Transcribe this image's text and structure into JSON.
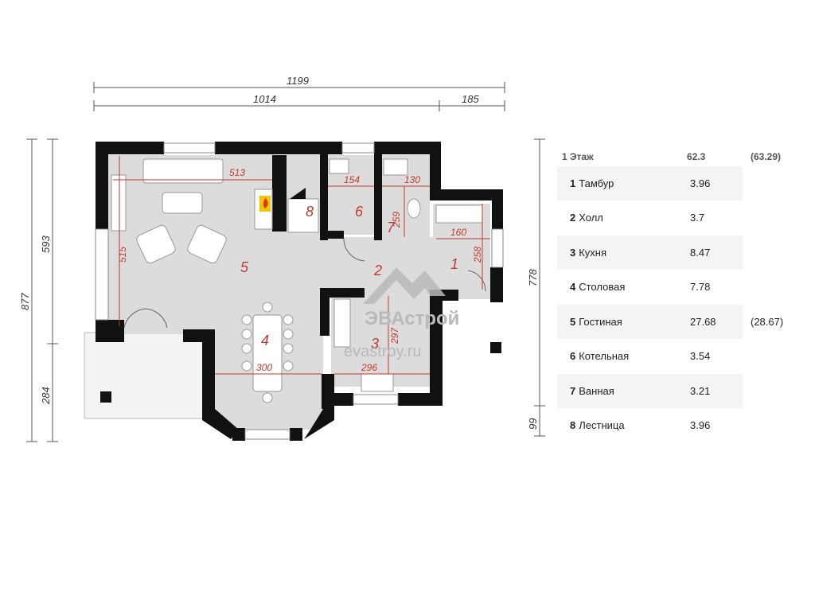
{
  "dimensions": {
    "total_width": "1199",
    "width_main": "1014",
    "width_ext": "185",
    "height_total": "877",
    "height_upper": "593",
    "height_lower": "284",
    "height_right": "778",
    "height_right_low": "99",
    "living_width": "513",
    "living_depth": "515",
    "dining_width": "300",
    "kitchen_width": "296",
    "kitchen_depth": "297",
    "boiler_width": "154",
    "bath_width": "130",
    "bath_depth": "259",
    "vestibule_width": "160",
    "vestibule_depth": "258"
  },
  "room_labels": [
    "1",
    "2",
    "3",
    "4",
    "5",
    "6",
    "7",
    "8"
  ],
  "watermark": {
    "brand": "ЭВАстрой",
    "site": "evastroy.ru"
  },
  "table": {
    "floor_label": "1 Этаж",
    "floor_area": "62.3",
    "floor_area_alt": "(63.29)",
    "rooms": [
      {
        "num": "1",
        "name": "Тамбур",
        "area": "3.96",
        "alt": ""
      },
      {
        "num": "2",
        "name": "Холл",
        "area": "3.7",
        "alt": ""
      },
      {
        "num": "3",
        "name": "Кухня",
        "area": "8.47",
        "alt": ""
      },
      {
        "num": "4",
        "name": "Столовая",
        "area": "7.78",
        "alt": ""
      },
      {
        "num": "5",
        "name": "Гостиная",
        "area": "27.68",
        "alt": "(28.67)"
      },
      {
        "num": "6",
        "name": "Котельная",
        "area": "3.54",
        "alt": ""
      },
      {
        "num": "7",
        "name": "Ванная",
        "area": "3.21",
        "alt": ""
      },
      {
        "num": "8",
        "name": "Лестница",
        "area": "3.96",
        "alt": ""
      }
    ]
  },
  "colors": {
    "wall": "#111111",
    "floor": "#dcdcdc",
    "dimension_red": "#c0392b",
    "table_band": "#f4f4f4"
  }
}
